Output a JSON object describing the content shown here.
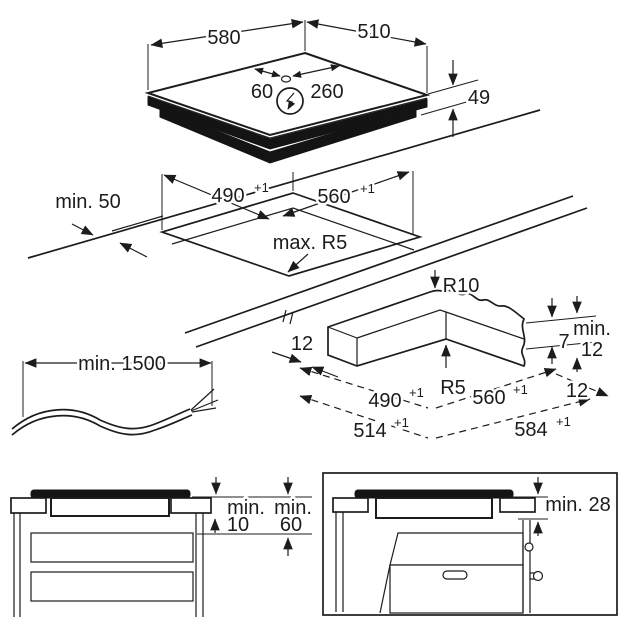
{
  "diagram_title": "hob-installation-dimensions",
  "colors": {
    "line": "#1c1c1c",
    "background": "#ffffff",
    "hob_glass": "#141414"
  },
  "hob": {
    "width": "580",
    "depth": "510",
    "height": "49",
    "conn_offset_a": "60",
    "conn_offset_b": "260",
    "power_icon": "lightning-in-circle"
  },
  "cutout": {
    "front_clearance": "min. 50",
    "width": "490",
    "width_tol": "+1",
    "depth": "560",
    "depth_tol": "+1",
    "corner_radius": "max. R5"
  },
  "corner": {
    "outer_radius": "R10",
    "inner_radius": "R5",
    "overlap_left": "12",
    "edge_thickness": "7",
    "clearance_word": "min.",
    "clearance_value": "12",
    "overlap_right": "12",
    "cutout_width": "490",
    "cutout_width_tol": "+1",
    "cutout_depth": "560",
    "cutout_depth_tol": "+1",
    "frame_width": "514",
    "frame_width_tol": "+1",
    "frame_depth": "584",
    "frame_depth_tol": "+1"
  },
  "cable": {
    "length_min": "min. 1500"
  },
  "drawer_section": {
    "gap_hob_word": "min.",
    "gap_hob_value": "10",
    "gap_counter_word": "min.",
    "gap_counter_value": "60"
  },
  "oven_section": {
    "clearance_min": "min. 28"
  }
}
